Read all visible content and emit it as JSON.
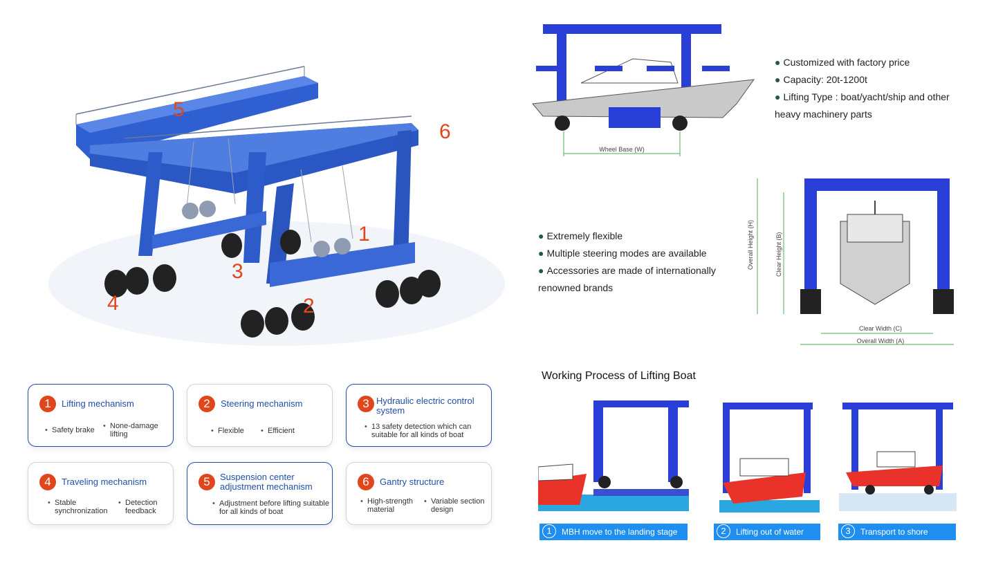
{
  "crane_callouts": [
    "1",
    "2",
    "3",
    "4",
    "5",
    "6"
  ],
  "side_view": {
    "dimension_label": "Wheel Base (W)",
    "bullets": [
      "Customized with factory price",
      "Capacity: 20t-1200t",
      "Lifting Type : boat/yacht/ship and other",
      "heavy machinery parts"
    ]
  },
  "front_view": {
    "dimension_labels": {
      "overall_height": "Overall Height (H)",
      "clear_height": "Clear Height (B)",
      "clear_width": "Clear Width (C)",
      "overall_width": "Overall Width (A)"
    },
    "bullets": [
      "Extremely flexible",
      "Multiple steering modes are available",
      "Accessories are made of internationally",
      "renowned brands"
    ]
  },
  "process": {
    "title": "Working Process of Lifting Boat",
    "steps": [
      {
        "number": "1",
        "label": "MBH move to the landing stage"
      },
      {
        "number": "2",
        "label": "Lifting out of water"
      },
      {
        "number": "3",
        "label": "Transport to shore"
      }
    ]
  },
  "cards": [
    {
      "number": "1",
      "title": "Lifting mechanism",
      "features": [
        "Safety brake",
        "None-damage lifting"
      ]
    },
    {
      "number": "2",
      "title": "Steering mechanism",
      "features": [
        "Flexible",
        "Efficient"
      ]
    },
    {
      "number": "3",
      "title": "Hydraulic electric control system",
      "features": [
        "13 safety detection which can suitable for all kinds of boat"
      ]
    },
    {
      "number": "4",
      "title": "Traveling mechanism",
      "features": [
        "Stable synchronization",
        "Detection feedback"
      ]
    },
    {
      "number": "5",
      "title": "Suspension center adjustment mechanism",
      "features": [
        "Adjustment before lifting suitable for all kinds of boat"
      ]
    },
    {
      "number": "6",
      "title": "Gantry structure",
      "features": [
        "High-strength material",
        "Variable section design"
      ]
    }
  ],
  "colors": {
    "crane_blue": "#2f5fd0",
    "frame_blue": "#2a3fd8",
    "accent_orange": "#e0451b",
    "card_title_blue": "#1f4fa8",
    "caption_blue": "#1e8ff0",
    "hull_red": "#e8322a",
    "water_blue": "#2aa6e0"
  }
}
